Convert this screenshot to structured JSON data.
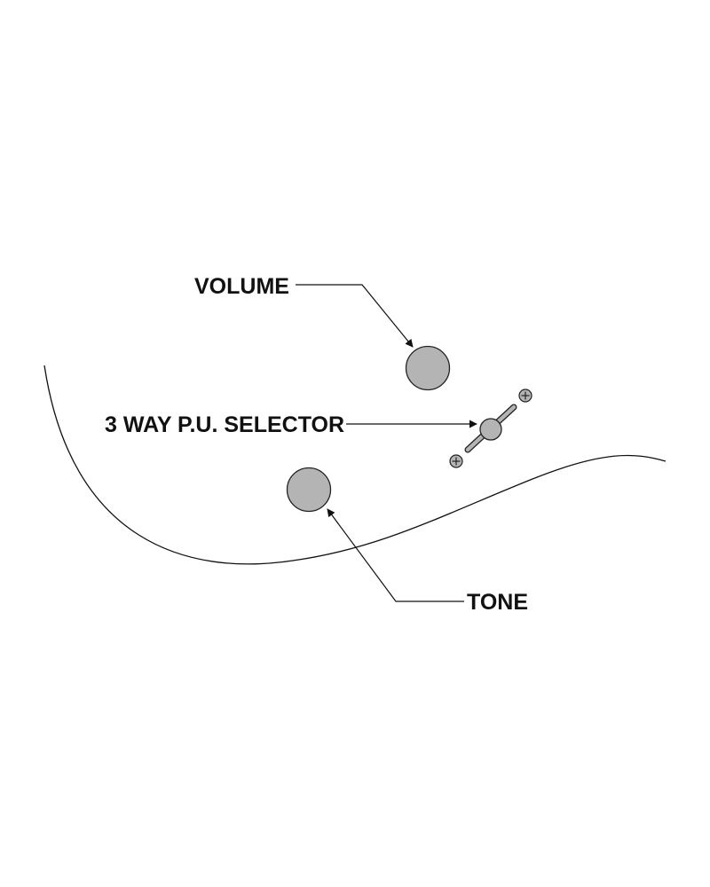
{
  "labels": {
    "volume": "VOLUME",
    "selector": "3 WAY P.U. SELECTOR",
    "tone": "TONE"
  },
  "colors": {
    "knob_fill": "#b4b4b4",
    "outline": "#222222",
    "text": "#111111",
    "background": "#ffffff"
  },
  "icons": {
    "volume_knob": "knob-icon",
    "tone_knob": "knob-icon",
    "selector": "toggle-switch-icon",
    "screws": "phillips-screw-icon"
  }
}
